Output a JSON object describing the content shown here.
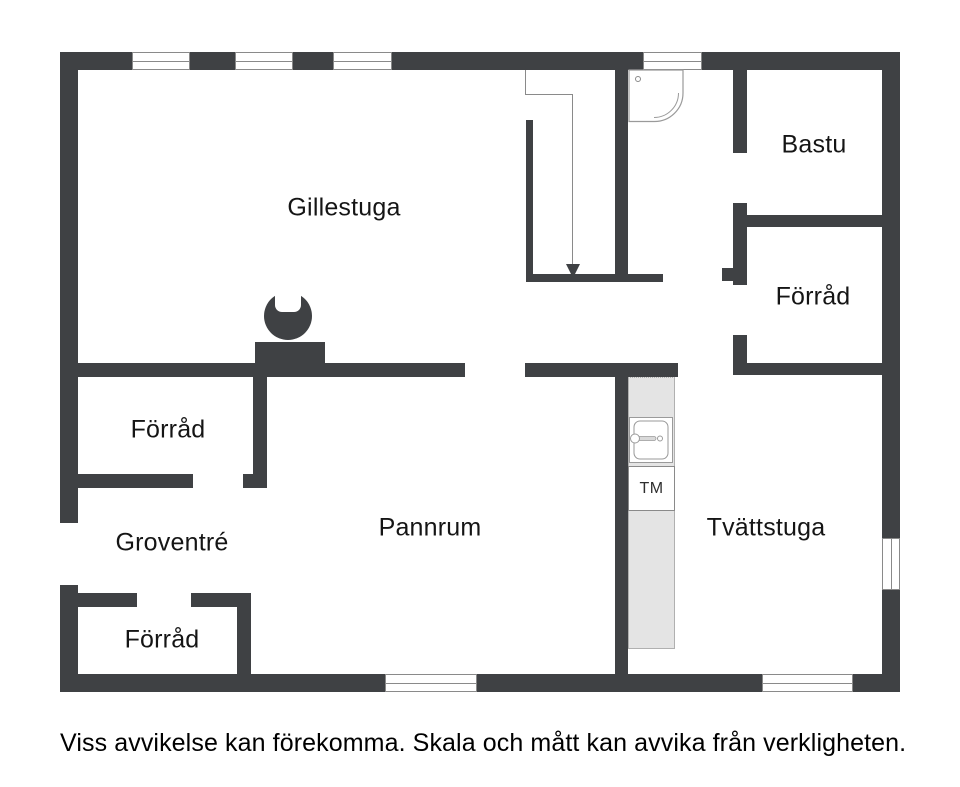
{
  "plan": {
    "rooms": {
      "gillestuga": {
        "label": "Gillestuga"
      },
      "bastu": {
        "label": "Bastu"
      },
      "forrad_right": {
        "label": "Förråd"
      },
      "forrad_mid": {
        "label": "Förråd"
      },
      "groventre": {
        "label": "Groventré"
      },
      "forrad_bottom": {
        "label": "Förråd"
      },
      "pannrum": {
        "label": "Pannrum"
      },
      "tvattstuga": {
        "label": "Tvättstuga"
      }
    },
    "fixtures": {
      "washing_machine_label": "TM"
    },
    "disclaimer": "Viss avvikelse kan förekomma. Skala och mått kan avvika från verkligheten.",
    "colors": {
      "wall": "#3f4144",
      "counter-fill": "#e4e4e4",
      "counter-border": "#b0b0b0",
      "outline": "#8a8a8a",
      "stair-line": "#8a8a8a",
      "text": "#151515",
      "background": "#ffffff"
    }
  }
}
